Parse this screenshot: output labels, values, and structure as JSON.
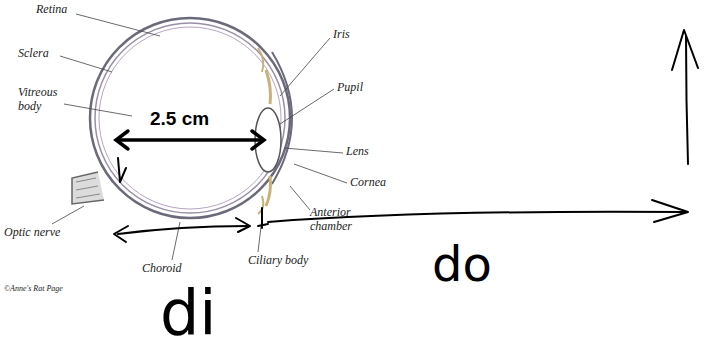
{
  "diagram": {
    "labels": [
      "Retina",
      "Sclera",
      "Vitreous body",
      "Iris",
      "Pupil",
      "Lens",
      "Cornea",
      "Anterior chamber",
      "Optic nerve",
      "Choroid",
      "Ciliary body",
      "©Anne's Rat Page",
      "2.5 cm",
      "di",
      "do"
    ]
  }
}
